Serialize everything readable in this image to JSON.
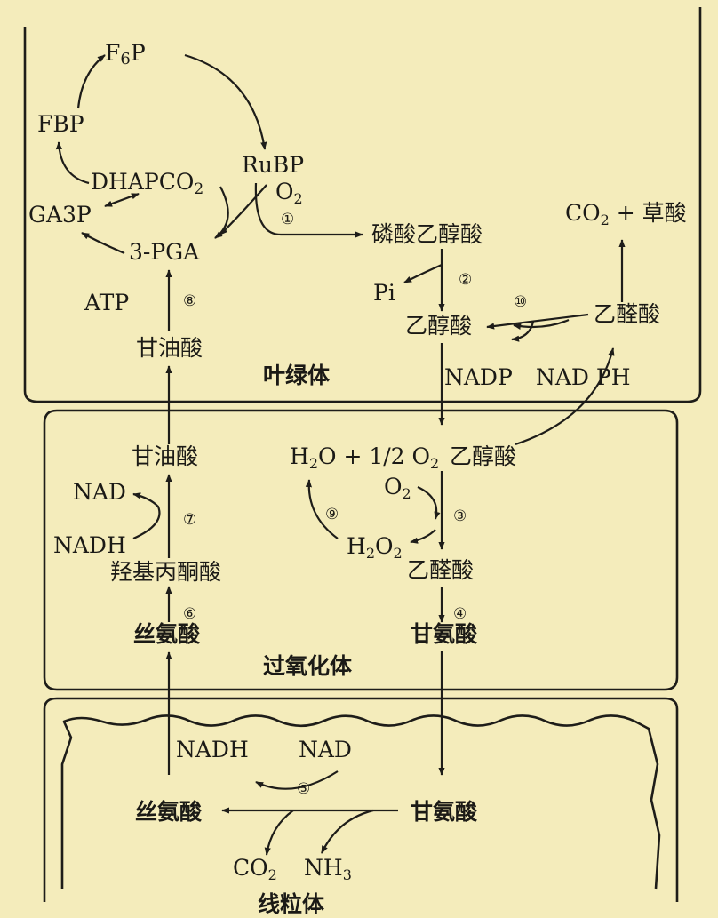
{
  "compartments": {
    "chloroplast": "叶绿体",
    "peroxisome": "过氧化体",
    "mitochondrion": "线粒体"
  },
  "metabolites": {
    "f6p": "F6P",
    "fbp": "FBP",
    "dhap_co2": "DHAPCO2",
    "rubp": "RuBP",
    "o2_ch": "O2",
    "ga3p": "GA3P",
    "pga3": "3-PGA",
    "atp": "ATP",
    "glycerate_ch": "甘油酸",
    "phosphoglycolate": "磷酸乙醇酸",
    "pi": "Pi",
    "glycolate_ch": "乙醇酸",
    "co2_oxalate": "CO2 + 草酸",
    "glyoxylate_ch": "乙醛酸",
    "nadp": "NADP",
    "nadph": "NAD PH",
    "glycerate_px": "甘油酸",
    "h2o_half_o2": "H2O + 1/2 O2",
    "glycolate_px": "乙醇酸",
    "nad_px": "NAD",
    "o2_px": "O2",
    "nadh_px": "NADH",
    "h2o2": "H2O2",
    "hydroxypyruvate": "羟基丙酮酸",
    "glyoxylate_px": "乙醛酸",
    "serine_px": "丝氨酸",
    "glycine_px": "甘氨酸",
    "nadh_mt": "NADH",
    "nad_mt": "NAD",
    "serine_mt": "丝氨酸",
    "glycine_mt": "甘氨酸",
    "co2_mt": "CO2",
    "nh3_mt": "NH3"
  },
  "steps": [
    "①",
    "②",
    "③",
    "④",
    "⑤",
    "⑥",
    "⑦",
    "⑧",
    "⑨",
    "⑩"
  ]
}
